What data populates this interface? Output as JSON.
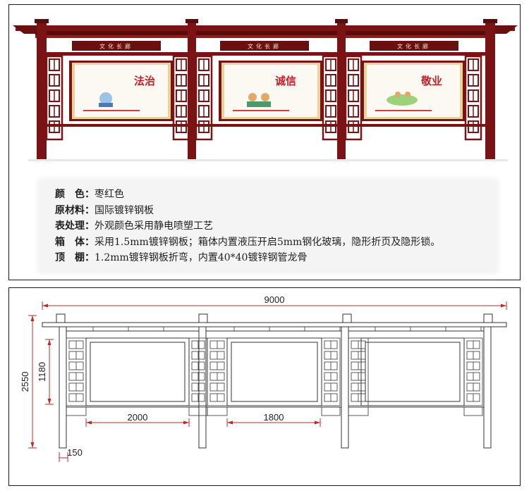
{
  "product_photo": {
    "signboards": [
      "文化长廊",
      "文化长廊",
      "文化长廊"
    ],
    "posters": [
      {
        "title": "法治"
      },
      {
        "title": "诚信"
      },
      {
        "title": "敬业"
      }
    ],
    "colors": {
      "frame": "#7a1414",
      "frame_dark": "#5a0c0c",
      "poster_border": "#e8d39a",
      "poster_bg": "#fbf9f2"
    }
  },
  "specs": [
    {
      "key": "颜　色：",
      "value": "枣红色"
    },
    {
      "key": "原材料：",
      "value": "国际镀锌钢板"
    },
    {
      "key": "表处理：",
      "value": "外观颜色采用静电喷塑工艺"
    },
    {
      "key": "箱　体：",
      "value": "采用1.5mm镀锌钢板；箱体内置液压开启5mm钢化玻璃，隐形折页及隐形锁。"
    },
    {
      "key": "顶　棚：",
      "value": "1.2mm镀锌钢板折弯，内置40*40镀锌钢管龙骨"
    }
  ],
  "drawing": {
    "total_width": "9000",
    "total_height": "2550",
    "panel_height": "1180",
    "span_left": "2000",
    "span_middle": "1800",
    "post_width": "150",
    "line_color": "#c0282a",
    "ink_color": "#333333"
  }
}
